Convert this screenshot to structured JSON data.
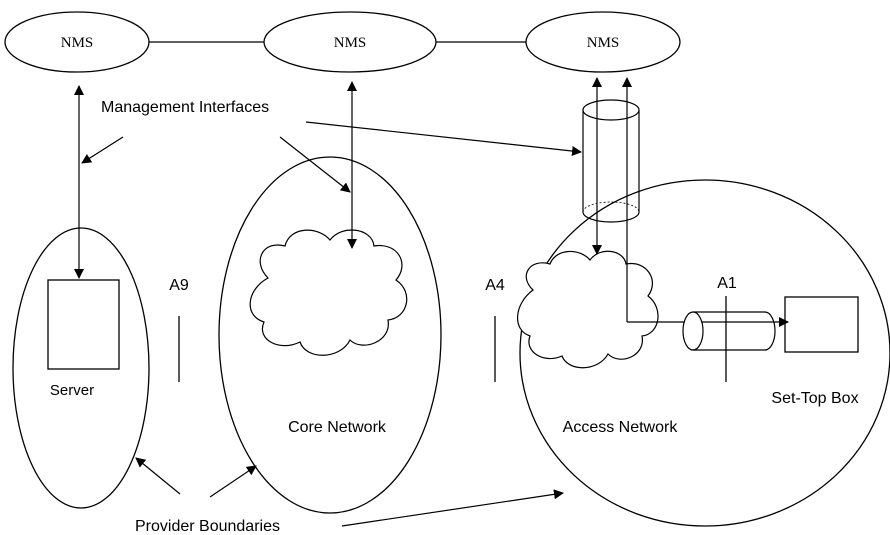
{
  "nms": {
    "left": "NMS",
    "center": "NMS",
    "right": "NMS"
  },
  "labels": {
    "management_interfaces": "Management Interfaces",
    "provider_boundaries": "Provider Boundaries",
    "server": "Server",
    "core_network": "Core Network",
    "access_network": "Access Network",
    "set_top_box": "Set-Top Box"
  },
  "interfaces": {
    "a9": "A9",
    "a4": "A4",
    "a1": "A1"
  }
}
